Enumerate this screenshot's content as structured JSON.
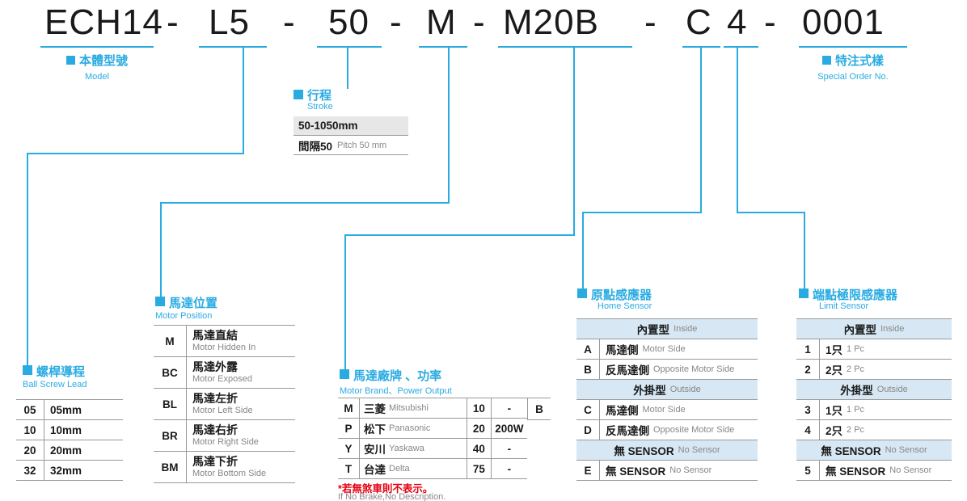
{
  "accent_color": "#29abe2",
  "header_bg_color": "#d7e8f4",
  "stroke_row_bg_color": "#e7e7e7",
  "note_color": "#e60012",
  "model_code": {
    "separator": "-",
    "segments": {
      "body": "ECH14",
      "lead": "L5",
      "stroke": "50",
      "motor_position": "M",
      "motor_brand_power": "M20B",
      "home_sensor": "C",
      "limit_sensor": "4",
      "special_order": "0001"
    }
  },
  "model_label": {
    "zh": "本體型號",
    "en": "Model"
  },
  "special_order_label": {
    "zh": "特注式樣",
    "en": "Special Order No."
  },
  "stroke": {
    "title_zh": "行程",
    "title_en": "Stroke",
    "range": "50-1050mm",
    "pitch_zh": "間隔50",
    "pitch_en": "Pitch 50 mm"
  },
  "ball_screw_lead": {
    "title_zh": "螺桿導程",
    "title_en": "Ball Screw Lead",
    "rows": [
      {
        "code": "05",
        "desc": "05mm"
      },
      {
        "code": "10",
        "desc": "10mm"
      },
      {
        "code": "20",
        "desc": "20mm"
      },
      {
        "code": "32",
        "desc": "32mm"
      }
    ]
  },
  "motor_position": {
    "title_zh": "馬達位置",
    "title_en": "Motor Position",
    "rows": [
      {
        "code": "M",
        "zh": "馬達直結",
        "en": "Motor Hidden In"
      },
      {
        "code": "BC",
        "zh": "馬達外露",
        "en": "Motor Exposed"
      },
      {
        "code": "BL",
        "zh": "馬達左折",
        "en": "Motor Left Side"
      },
      {
        "code": "BR",
        "zh": "馬達右折",
        "en": "Motor Right Side"
      },
      {
        "code": "BM",
        "zh": "馬達下折",
        "en": "Motor Bottom Side"
      }
    ]
  },
  "motor_brand_power": {
    "title_zh": "馬達廠牌 、功率",
    "title_en": "Motor Brand、Power Output",
    "rows": [
      {
        "code": "M",
        "brand_zh": "三菱",
        "brand_en": "Mitsubishi",
        "power_code": "10",
        "power": "-",
        "brake": "B"
      },
      {
        "code": "P",
        "brand_zh": "松下",
        "brand_en": "Panasonic",
        "power_code": "20",
        "power": "200W",
        "brake": ""
      },
      {
        "code": "Y",
        "brand_zh": "安川",
        "brand_en": "Yaskawa",
        "power_code": "40",
        "power": "-",
        "brake": ""
      },
      {
        "code": "T",
        "brand_zh": "台達",
        "brand_en": "Delta",
        "power_code": "75",
        "power": "-",
        "brake": ""
      }
    ],
    "note_zh": "*若無煞車則不表示。",
    "note_en": "If No Brake,No Description."
  },
  "home_sensor": {
    "title_zh": "原點感應器",
    "title_en": "Home Sensor",
    "rows": [
      {
        "kind": "header",
        "zh": "內置型",
        "en": "Inside"
      },
      {
        "kind": "data",
        "code": "A",
        "zh": "馬達側",
        "en": "Motor Side"
      },
      {
        "kind": "data",
        "code": "B",
        "zh": "反馬達側",
        "en": "Opposite Motor Side"
      },
      {
        "kind": "header",
        "zh": "外掛型",
        "en": "Outside"
      },
      {
        "kind": "data",
        "code": "C",
        "zh": "馬達側",
        "en": "Motor Side"
      },
      {
        "kind": "data",
        "code": "D",
        "zh": "反馬達側",
        "en": "Opposite Motor Side"
      },
      {
        "kind": "header",
        "zh": "無 SENSOR",
        "en": "No Sensor"
      },
      {
        "kind": "data",
        "code": "E",
        "zh": "無 SENSOR",
        "en": "No Sensor"
      }
    ]
  },
  "limit_sensor": {
    "title_zh": "端點極限感應器",
    "title_en": "Limit Sensor",
    "rows": [
      {
        "kind": "header",
        "zh": "內置型",
        "en": "Inside"
      },
      {
        "kind": "data",
        "code": "1",
        "zh": "1只",
        "en": "1 Pc"
      },
      {
        "kind": "data",
        "code": "2",
        "zh": "2只",
        "en": "2 Pc"
      },
      {
        "kind": "header",
        "zh": "外掛型",
        "en": "Outside"
      },
      {
        "kind": "data",
        "code": "3",
        "zh": "1只",
        "en": "1 Pc"
      },
      {
        "kind": "data",
        "code": "4",
        "zh": "2只",
        "en": "2 Pc"
      },
      {
        "kind": "header",
        "zh": "無 SENSOR",
        "en": "No Sensor"
      },
      {
        "kind": "data",
        "code": "5",
        "zh": "無 SENSOR",
        "en": "No Sensor"
      }
    ]
  }
}
